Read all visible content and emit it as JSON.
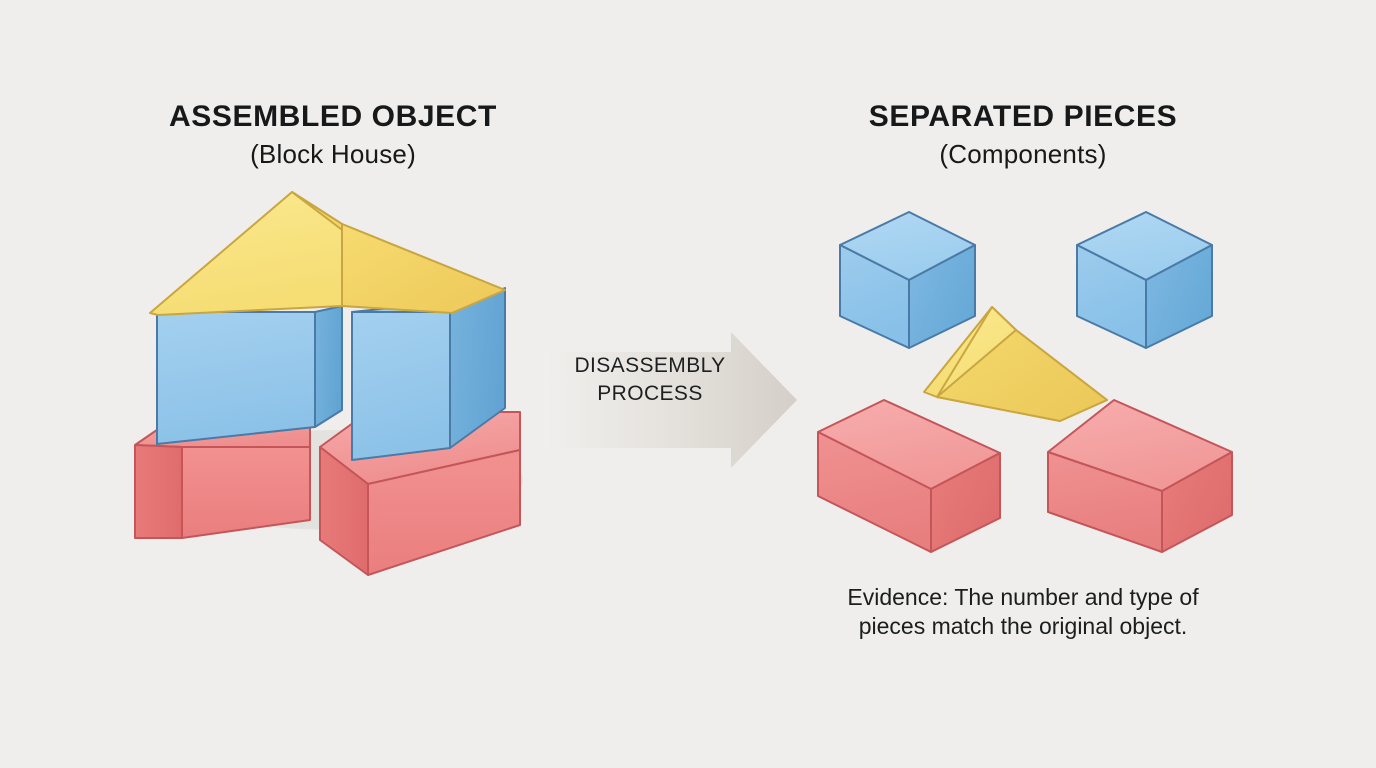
{
  "background_color": "#efeeec",
  "left_panel": {
    "title": "ASSEMBLED OBJECT",
    "subtitle": "(Block House)",
    "shadow_color": "#e3e1dd"
  },
  "right_panel": {
    "title": "SEPARATED PIECES",
    "subtitle": "(Components)",
    "caption_line1": "Evidence: The number and type of",
    "caption_line2": "pieces match the original object."
  },
  "arrow": {
    "label_line1": "DISASSEMBLY",
    "label_line2": "PROCESS",
    "fill_start": "#f0efed",
    "fill_end": "#d6d1ca"
  },
  "palette": {
    "blue_top": "#a6d2f0",
    "blue_left": "#8fc5ea",
    "blue_right": "#6aabd8",
    "blue_stroke": "#4a7ba6",
    "red_top": "#f4a0a0",
    "red_left": "#ef8585",
    "red_right": "#e46f6f",
    "red_stroke": "#c4565a",
    "yellow_light": "#f8e184",
    "yellow_mid": "#f2d268",
    "yellow_stroke": "#c9a63f",
    "text_dark": "#16181a"
  },
  "pieces": [
    {
      "id": "cube-1",
      "type": "cube",
      "color": "blue",
      "label": "blue-cube"
    },
    {
      "id": "cube-2",
      "type": "cube",
      "color": "blue",
      "label": "blue-cube"
    },
    {
      "id": "prism-1",
      "type": "prism",
      "color": "yellow",
      "label": "yellow-roof-prism"
    },
    {
      "id": "block-1",
      "type": "block",
      "color": "red",
      "label": "red-block"
    },
    {
      "id": "block-2",
      "type": "block",
      "color": "red",
      "label": "red-block"
    }
  ],
  "assembly": {
    "roof": "yellow-triangular-prism",
    "walls": "two-blue-cubes",
    "base": "two-red-blocks"
  }
}
